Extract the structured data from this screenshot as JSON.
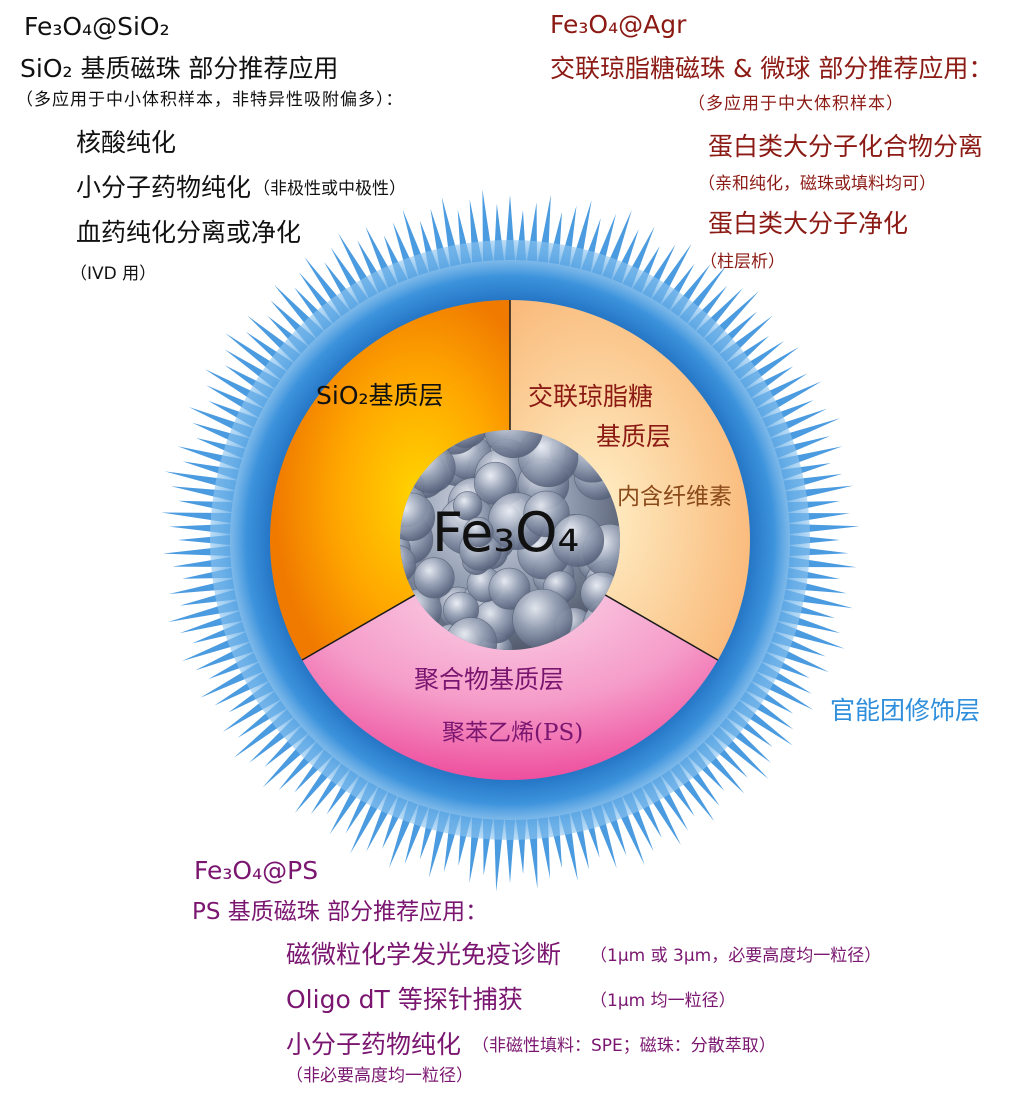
{
  "sio2_panel": {
    "title": "Fe₃O₄@SiO₂",
    "heading": "SiO₂ 基质磁珠  部分推荐应用",
    "note": "（多应用于中小体积样本，非特异性吸附偏多）：",
    "items": [
      {
        "label": "核酸纯化",
        "note": ""
      },
      {
        "label": "小分子药物纯化",
        "note": "（非极性或中极性）"
      },
      {
        "label": "血药纯化分离或净化",
        "note": ""
      }
    ],
    "footnote": "（IVD 用）"
  },
  "agr_panel": {
    "title": "Fe₃O₄@Agr",
    "heading": "交联琼脂糖磁珠 & 微球  部分推荐应用：",
    "note": "（多应用于中大体积样本）",
    "items": [
      {
        "label": "蛋白类大分子化合物分离",
        "note": "（亲和纯化，磁珠或填料均可）"
      },
      {
        "label": "蛋白类大分子净化",
        "note": "（柱层析）"
      }
    ]
  },
  "ps_panel": {
    "title": "Fe₃O₄@PS",
    "heading": "PS 基质磁珠  部分推荐应用：",
    "items": [
      {
        "label": "磁微粒化学发光免疫诊断",
        "note": "（1μm 或 3μm，必要高度均一粒径）"
      },
      {
        "label": "Oligo dT 等探针捕获",
        "note": "（1μm 均一粒径）"
      },
      {
        "label": "小分子药物纯化",
        "note": "（非磁性填料：SPE；磁珠：分散萃取）"
      }
    ],
    "footnote": "（非必要高度均一粒径）"
  },
  "diagram": {
    "core_label": "Fe₃O₄",
    "sio2_layer_label": "SiO₂基质层",
    "agr_layer_label": "交联琼脂糖\n基质层",
    "agr_layer_note": "内含纤维素",
    "ps_layer_label": "聚合物基质层",
    "ps_layer_note": "聚苯乙烯(PS)",
    "outer_layer_label": "官能团修饰层",
    "colors": {
      "spikes": "#3b8fd9",
      "sio2_layer": "#f48a10",
      "agr_layer": "#fbd0a0",
      "ps_layer": "#f06fb0",
      "core": "#8a96ac",
      "black_text": "#111111",
      "red_text": "#8c1a14",
      "purple_text": "#7a1670",
      "blue_text": "#2f8fdc"
    }
  }
}
